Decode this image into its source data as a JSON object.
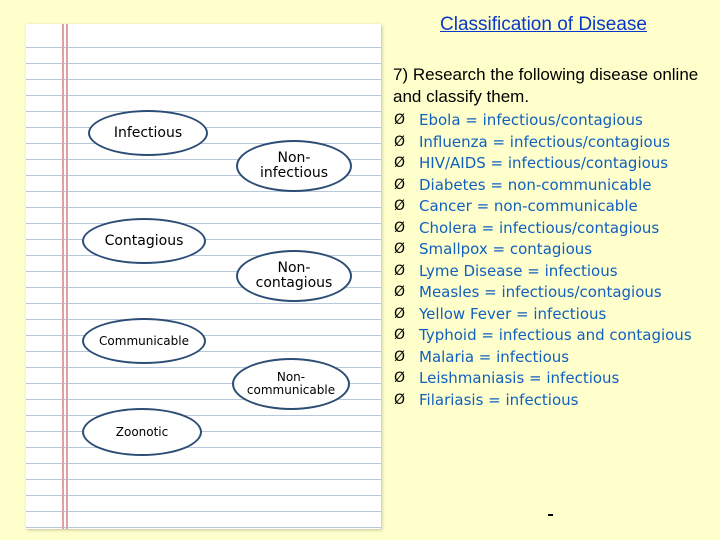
{
  "title": "Classification of Disease",
  "ovals": [
    {
      "label": "Infectious"
    },
    {
      "label": "Non-\ninfectious"
    },
    {
      "label": "Contagious"
    },
    {
      "label": "Non-\ncontagious"
    },
    {
      "label": "Communicable"
    },
    {
      "label": "Non-\ncommunicable"
    },
    {
      "label": "Zoonotic"
    }
  ],
  "instruction": "7) Research the following disease online and classify them.",
  "bullet_glyph": "Ø",
  "diseases": [
    {
      "text": "Ebola = infectious/contagious"
    },
    {
      "text": "Influenza = infectious/contagious"
    },
    {
      "text": "HIV/AIDS = infectious/contagious"
    },
    {
      "text": "Diabetes =  non-communicable"
    },
    {
      "text": "Cancer =  non-communicable"
    },
    {
      "text": "Cholera = infectious/contagious"
    },
    {
      "text": "Smallpox = contagious"
    },
    {
      "text": "Lyme Disease = infectious"
    },
    {
      "text": "Measles = infectious/contagious"
    },
    {
      "text": "Yellow Fever = infectious"
    },
    {
      "text": "Typhoid = infectious and contagious"
    },
    {
      "text": "Malaria = infectious"
    },
    {
      "text": "Leishmaniasis = infectious"
    },
    {
      "text": "Filariasis = infectious"
    }
  ]
}
